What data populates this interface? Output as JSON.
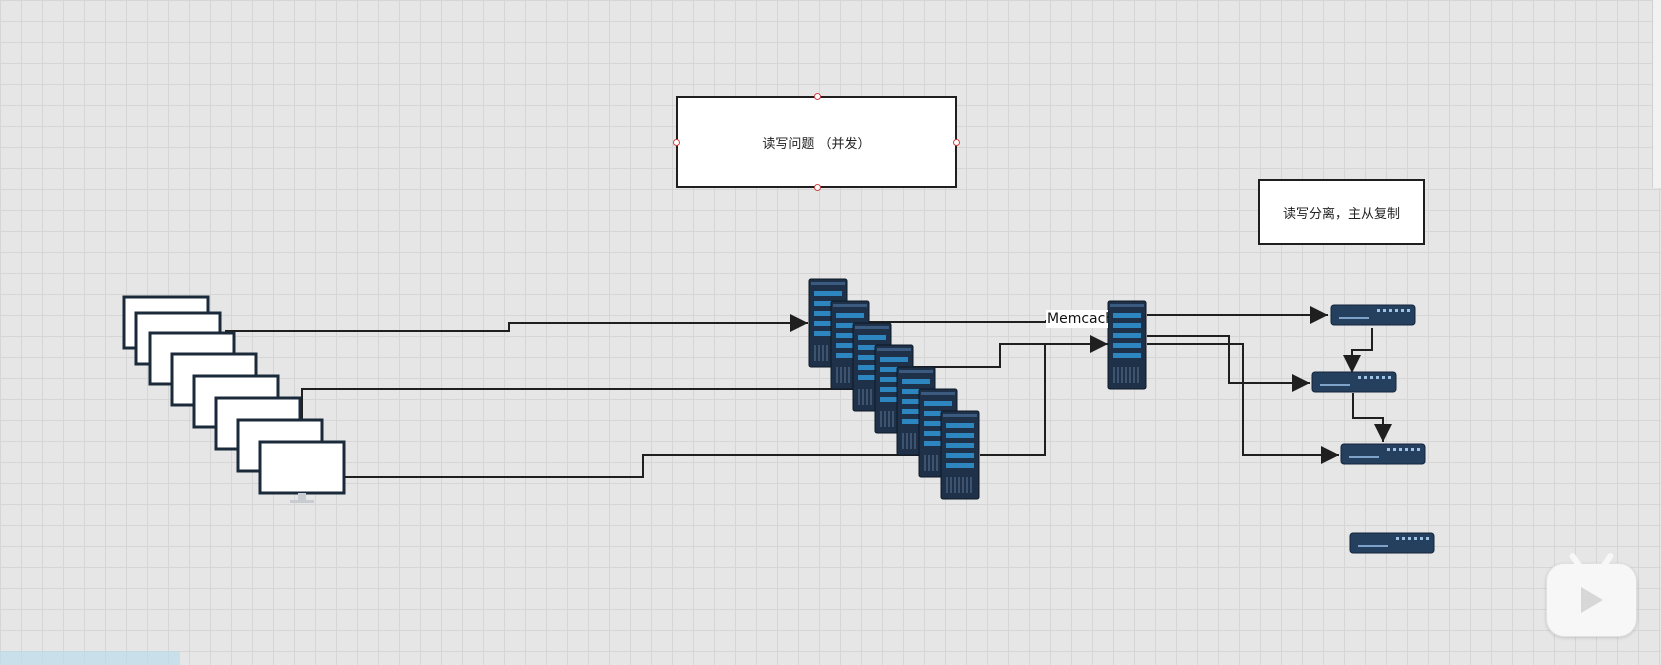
{
  "labels": {
    "concurrency_box": "读写问题 （并发）",
    "rw_split_box": "读写分离，主从复制",
    "memcache_label": "Memcache"
  },
  "colors": {
    "canvas": "#e6e6e6",
    "grid": "#d6d6d6",
    "server_body": "#1e3148",
    "server_accent": "#2e86c1",
    "router_body": "#25405f",
    "connector": "#1f1f1f"
  },
  "icons": {
    "client": "monitor-icon",
    "web_server": "server-tower-icon",
    "cache_server": "server-tower-icon",
    "db_node": "network-switch-icon",
    "player": "bilibili-tv-icon"
  }
}
